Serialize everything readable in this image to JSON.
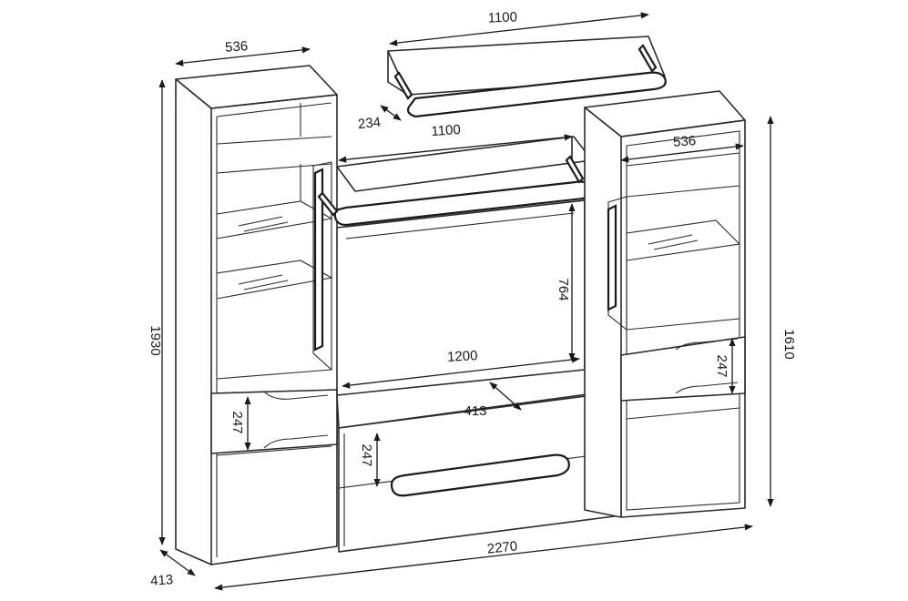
{
  "colors": {
    "line": "#2a2a2a",
    "background": "#ffffff"
  },
  "dimensions": {
    "top_shelf_width": "1100",
    "top_shelf_depth": "234",
    "mid_shelf_width": "1100",
    "left_tower_width": "536",
    "right_tower_width": "536",
    "total_height": "1930",
    "right_tower_height": "1610",
    "tv_niche_height": "764",
    "tv_niche_width": "1200",
    "tv_base_depth": "413",
    "left_drawer_height": "247",
    "center_drawer_height": "247",
    "right_drawer_height": "247",
    "total_width": "2270",
    "total_depth": "413"
  }
}
